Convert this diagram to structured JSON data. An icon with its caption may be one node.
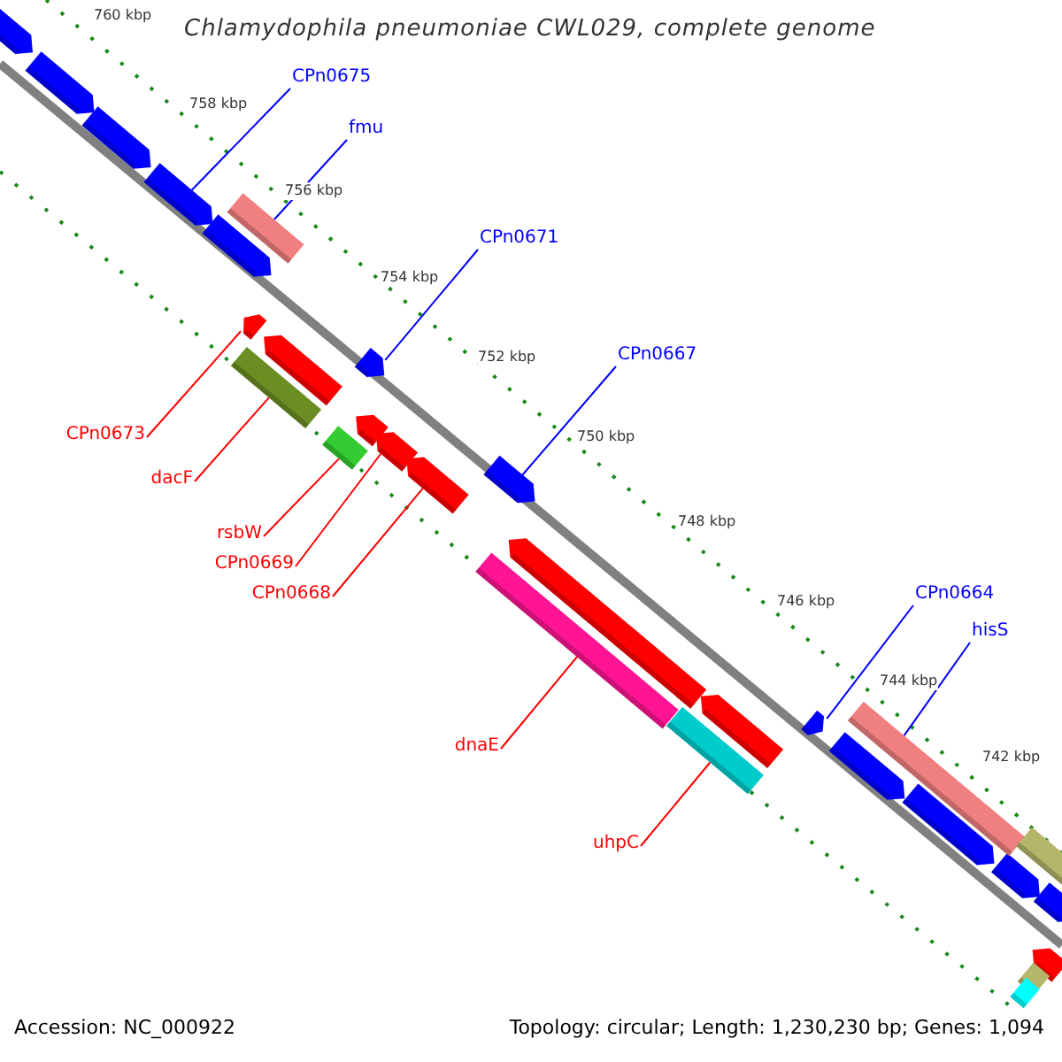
{
  "diagram": {
    "title": "Chlamydophila pneumoniae CWL029, complete genome",
    "nodes": [
      {
        "text": [
          "CPn0675"
        ]
      },
      {
        "text": [
          "fmu"
        ]
      },
      {
        "text": [
          "CPn0671"
        ]
      },
      {
        "text": [
          "CPn0667"
        ]
      },
      {
        "text": [
          "CPn0673"
        ]
      },
      {
        "text": [
          "dacF"
        ]
      },
      {
        "text": [
          "rsbW"
        ]
      },
      {
        "text": [
          "CPn0669"
        ]
      },
      {
        "text": [
          "CPn0668"
        ]
      },
      {
        "text": [
          "CPn0664"
        ]
      },
      {
        "text": [
          "hisS"
        ]
      },
      {
        "text": [
          "dnaE"
        ]
      },
      {
        "text": [
          "uhpC"
        ]
      },
      {
        "text": [],
        "shape": "arrow"
      },
      {
        "text": [],
        "shape": "arrow"
      },
      {
        "text": [],
        "shape": "arrow"
      },
      {
        "text": [],
        "shape": "arrow"
      },
      {
        "text": [],
        "shape": "arrow"
      },
      {
        "text": [],
        "shape": "arrow"
      },
      {
        "text": [],
        "shape": "arrow"
      },
      {
        "text": [],
        "shape": "arrow"
      },
      {
        "text": [],
        "shape": "arrow"
      },
      {
        "text": [],
        "shape": "arrow"
      },
      {
        "text": [],
        "shape": "arrow"
      },
      {
        "text": [],
        "shape": "arrow"
      },
      {
        "text": [],
        "shape": "bar"
      },
      {
        "text": [],
        "shape": "bar"
      },
      {
        "text": [],
        "shape": "bar"
      },
      {
        "text": [],
        "shape": "arrow"
      },
      {
        "text": [],
        "shape": "arrow"
      },
      {
        "text": [],
        "shape": "arrow"
      },
      {
        "text": [],
        "shape": "arrow"
      },
      {
        "text": [],
        "shape": "arrow"
      },
      {
        "text": [],
        "shape": "arrow"
      },
      {
        "text": [],
        "shape": "arrow"
      },
      {
        "text": [],
        "shape": "arrow"
      },
      {
        "text": [],
        "shape": "bar"
      },
      {
        "text": [],
        "shape": "bar"
      },
      {
        "text": [],
        "shape": "bar"
      },
      {
        "text": [],
        "shape": "bar"
      },
      {
        "text": [],
        "shape": "bar"
      },
      {
        "text": [],
        "shape": "bar"
      }
    ],
    "edges": [
      {
        "from": 0,
        "to": 16,
        "arrow": "none",
        "color": "#0000ff"
      },
      {
        "from": 1,
        "to": 25,
        "arrow": "none",
        "color": "#0000ff"
      },
      {
        "from": 2,
        "to": 18,
        "arrow": "none",
        "color": "#0000ff"
      },
      {
        "from": 3,
        "to": 19,
        "arrow": "none",
        "color": "#0000ff"
      },
      {
        "from": 4,
        "to": 29,
        "arrow": "none"
      },
      {
        "from": 5,
        "to": 36,
        "arrow": "none"
      },
      {
        "from": 6,
        "to": 37,
        "arrow": "none"
      },
      {
        "from": 7,
        "to": 31,
        "arrow": "none"
      },
      {
        "from": 8,
        "to": 32,
        "arrow": "none"
      },
      {
        "from": 9,
        "to": 20,
        "arrow": "none",
        "color": "#0000ff"
      },
      {
        "from": 10,
        "to": 26,
        "arrow": "none",
        "color": "#0000ff"
      },
      {
        "from": 11,
        "to": 38,
        "arrow": "none"
      },
      {
        "from": 12,
        "to": 39,
        "arrow": "none"
      }
    ],
    "labels": [
      "760 kbp",
      "758 kbp",
      "756 kbp",
      "754 kbp",
      "752 kbp",
      "750 kbp",
      "748 kbp",
      "746 kbp",
      "744 kbp",
      "742 kbp",
      "Accession: NC_000922",
      "Topology: circular; Length: 1,230,230 bp; Genes: 1,094"
    ]
  }
}
